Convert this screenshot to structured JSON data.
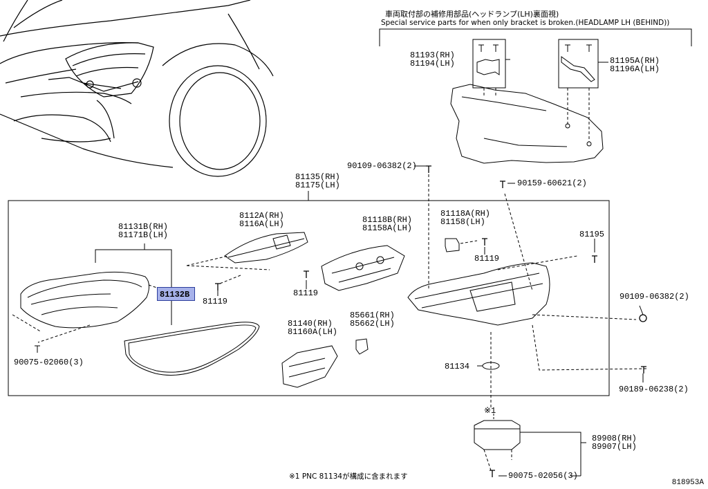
{
  "header": {
    "jp": "車両取付部の補修用部品(ヘッドランプ(LH)裏面視)",
    "en": "Special service parts for when only bracket is broken.(HEADLAMP LH (BEHIND))"
  },
  "parts": {
    "p81193": "81193(RH)\n81194(LH)",
    "p81195A": "81195A(RH)\n81196A(LH)",
    "p90109_top": "90109-06382(2)",
    "p81135": "81135(RH)\n81175(LH)",
    "p90159": "90159-60621(2)",
    "p81131B": "81131B(RH)\n81171B(LH)",
    "p8112A": "8112A(RH)\n8116A(LH)",
    "p81118B": "81118B(RH)\n81158A(LH)",
    "p81118A": "81118A(RH)\n81158(LH)",
    "p81195": "81195",
    "p81132B": "81132B",
    "p81119_a": "81119",
    "p81119_b": "81119",
    "p81119_c": "81119",
    "p90109_right": "90109-06382(2)",
    "p81140": "81140(RH)\n81160A(LH)",
    "p85661": "85661(RH)\n85662(LH)",
    "p90075_left": "90075-02060(3)",
    "p81134": "81134",
    "p90189": "90189-06238(2)",
    "mark1": "※1",
    "p89908": "89908(RH)\n89907(LH)",
    "p90075_bottom": "90075-02056(3)"
  },
  "footnote": "※1 PNC 81134が構成に含まれます",
  "figure_id": "818953A",
  "colors": {
    "highlight_fill": "#a7b2ea",
    "highlight_border": "#2a3b9b",
    "line": "#000000"
  }
}
